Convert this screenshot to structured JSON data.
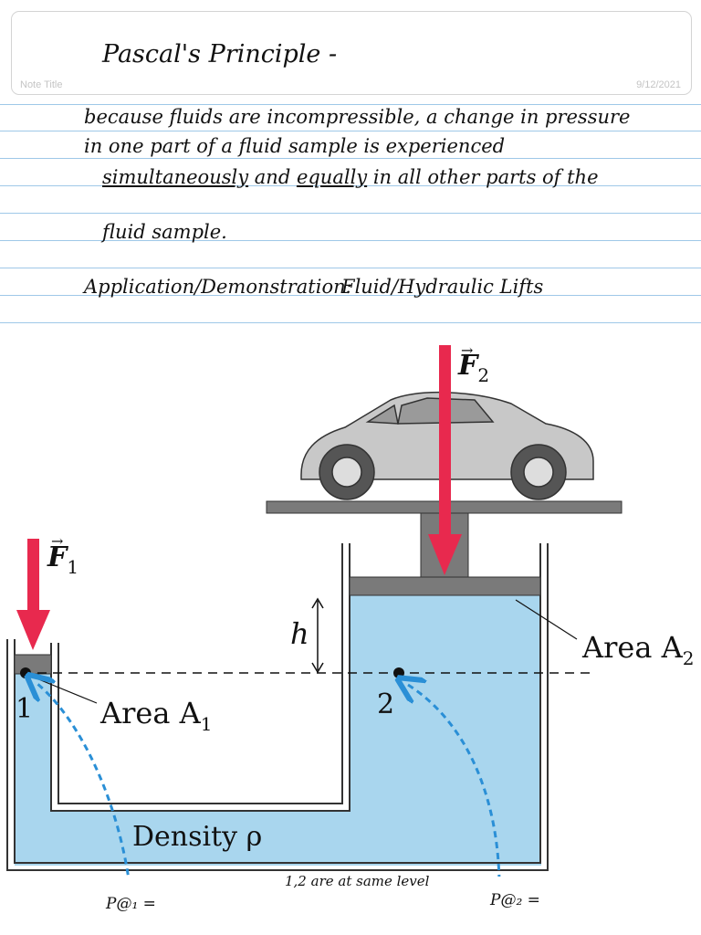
{
  "note": {
    "title_placeholder": "Note Title",
    "date": "9/12/2021",
    "heading": "Pascal's Principle -"
  },
  "body_text": {
    "line1": "because fluids are incompressible, a change in pressure",
    "line2": "in one part  of a fluid sample is experienced",
    "line3_simultaneously": "simultaneously",
    "line3_and": " and ",
    "line3_equally": "equally",
    "line3_rest": " in all other parts of the",
    "line4": "fluid sample.",
    "application_label": "Application/Demonstration:",
    "application_value": "Fluid/Hydraulic Lifts"
  },
  "diagram": {
    "force1": "F",
    "force1_sub": "1",
    "force2": "F",
    "force2_sub": "2",
    "height_label": "h",
    "area1": "Area A",
    "area1_sub": "1",
    "area2": "Area A",
    "area2_sub": "2",
    "point1": "1",
    "point2": "2",
    "density": "Density ρ",
    "fluid_color": "#a9d6ee",
    "arrow_color": "#e8294e",
    "annot_arrow_color": "#2a8fd6"
  },
  "annotations": {
    "same_level": "1,2 are at same level",
    "p1": "P@₁ =",
    "p2": "P@₂ ="
  }
}
